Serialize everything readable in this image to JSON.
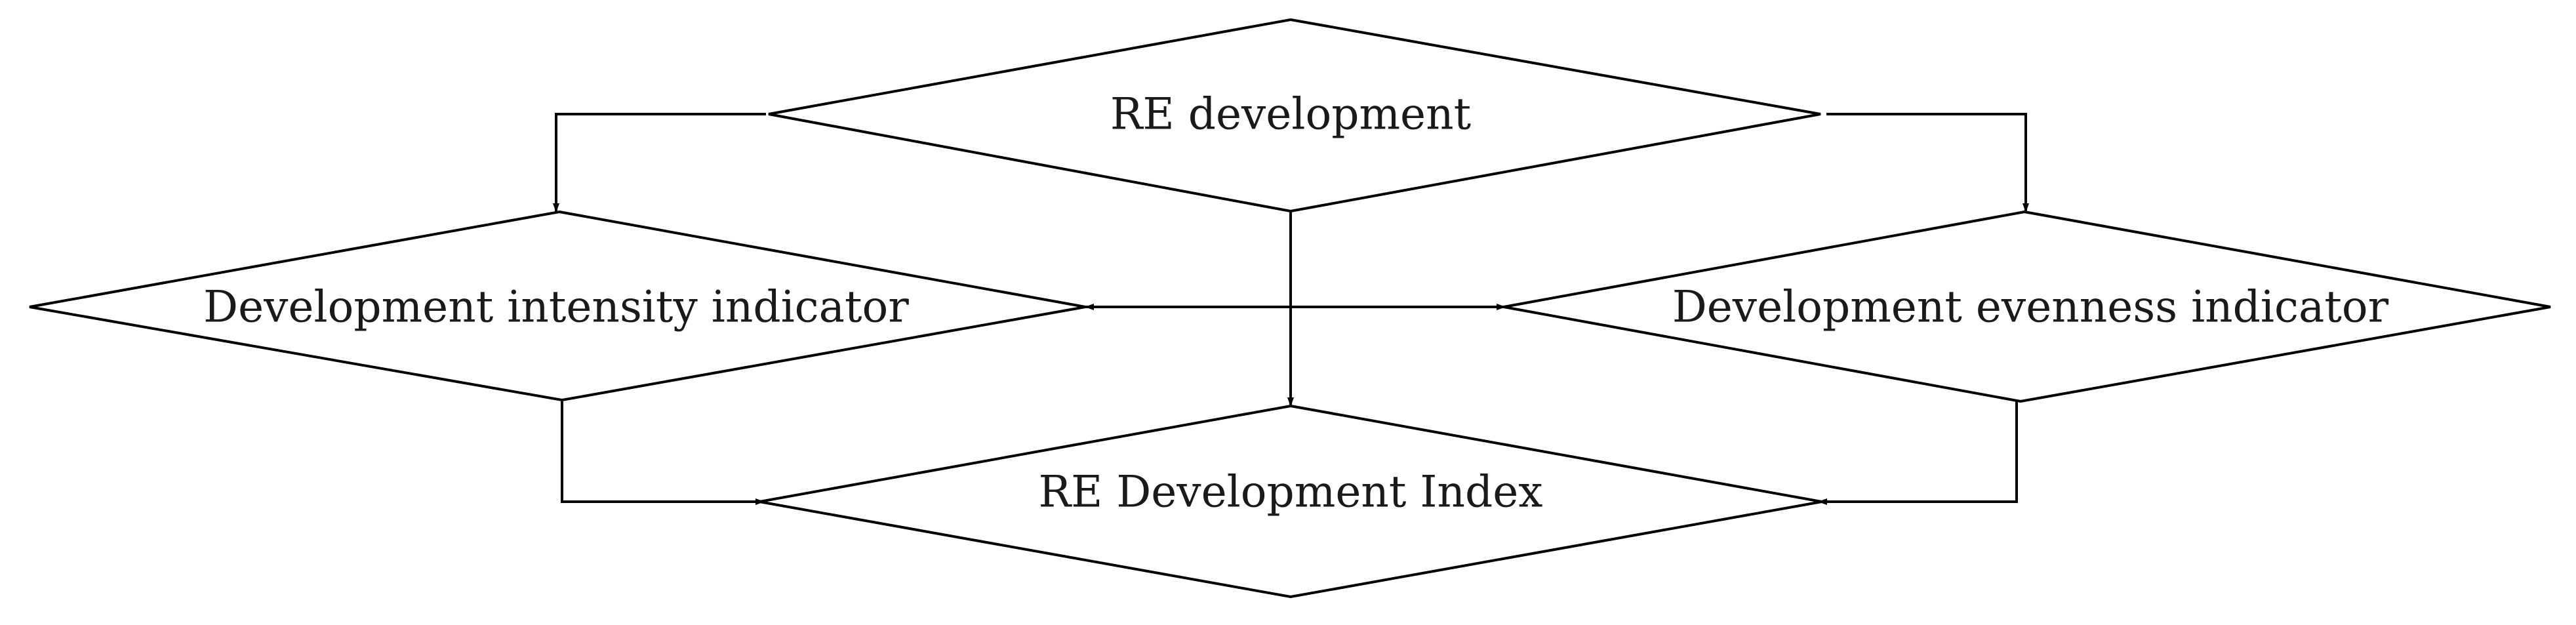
{
  "diagram": {
    "nodes": {
      "re_development": {
        "label": "RE development"
      },
      "intensity_indicator": {
        "label": "Development intensity indicator"
      },
      "evenness_indicator": {
        "label": "Development evenness indicator"
      },
      "development_index": {
        "label": "RE Development Index"
      }
    },
    "edges": [
      {
        "from": "RE development",
        "to": "Development intensity indicator",
        "directed": true
      },
      {
        "from": "RE development",
        "to": "Development evenness indicator",
        "directed": true
      },
      {
        "from": "RE development",
        "to": "RE Development Index",
        "directed": true
      },
      {
        "from": "Development intensity indicator",
        "to": "Development evenness indicator",
        "directed": true,
        "bidirectional": true
      },
      {
        "from": "Development intensity indicator",
        "to": "RE Development Index",
        "directed": true
      },
      {
        "from": "Development evenness indicator",
        "to": "RE Development Index",
        "directed": true
      }
    ]
  }
}
